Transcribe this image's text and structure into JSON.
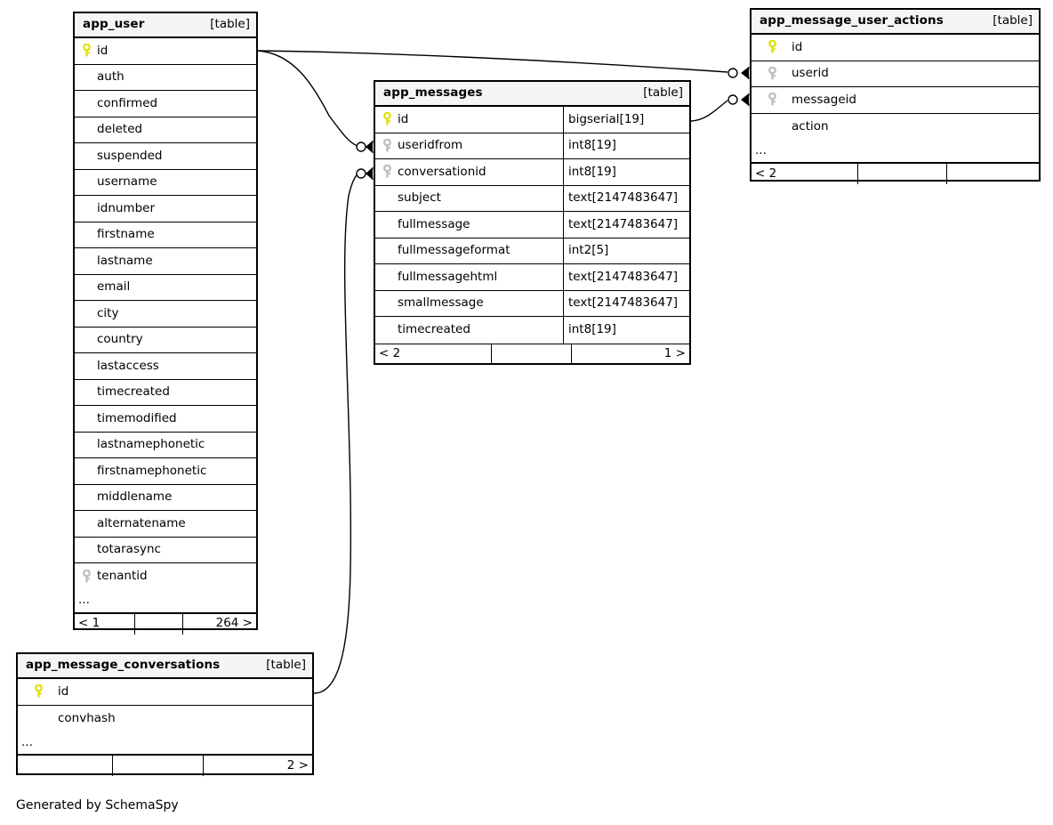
{
  "diagram": {
    "kind": "entity-relationship-diagram",
    "generator_credit": "Generated by SchemaSpy",
    "table_tag": "[table]",
    "ellipsis": "...",
    "key_icons": {
      "primary": "primary-key-icon",
      "foreign": "foreign-key-icon"
    },
    "colors": {
      "background": "#ffffff",
      "header_fill": "#f5f5f5",
      "border": "#000000",
      "primary_key": "#e8e800",
      "foreign_key": "#b8b8b8",
      "edge": "#000000"
    }
  },
  "tables": [
    {
      "id": "app_user",
      "name": "app_user",
      "tag": "[table]",
      "columns": [
        {
          "name": "id",
          "key": "primary",
          "type": ""
        },
        {
          "name": "auth",
          "key": "none",
          "type": ""
        },
        {
          "name": "confirmed",
          "key": "none",
          "type": ""
        },
        {
          "name": "deleted",
          "key": "none",
          "type": ""
        },
        {
          "name": "suspended",
          "key": "none",
          "type": ""
        },
        {
          "name": "username",
          "key": "none",
          "type": ""
        },
        {
          "name": "idnumber",
          "key": "none",
          "type": ""
        },
        {
          "name": "firstname",
          "key": "none",
          "type": ""
        },
        {
          "name": "lastname",
          "key": "none",
          "type": ""
        },
        {
          "name": "email",
          "key": "none",
          "type": ""
        },
        {
          "name": "city",
          "key": "none",
          "type": ""
        },
        {
          "name": "country",
          "key": "none",
          "type": ""
        },
        {
          "name": "lastaccess",
          "key": "none",
          "type": ""
        },
        {
          "name": "timecreated",
          "key": "none",
          "type": ""
        },
        {
          "name": "timemodified",
          "key": "none",
          "type": ""
        },
        {
          "name": "lastnamephonetic",
          "key": "none",
          "type": ""
        },
        {
          "name": "firstnamephonetic",
          "key": "none",
          "type": ""
        },
        {
          "name": "middlename",
          "key": "none",
          "type": ""
        },
        {
          "name": "alternatename",
          "key": "none",
          "type": ""
        },
        {
          "name": "totarasync",
          "key": "none",
          "type": ""
        },
        {
          "name": "tenantid",
          "key": "foreign",
          "type": ""
        }
      ],
      "has_more": true,
      "footer": [
        "< 1",
        "",
        "264 >"
      ]
    },
    {
      "id": "app_messages",
      "name": "app_messages",
      "tag": "[table]",
      "columns": [
        {
          "name": "id",
          "key": "primary",
          "type": "bigserial[19]"
        },
        {
          "name": "useridfrom",
          "key": "foreign",
          "type": "int8[19]"
        },
        {
          "name": "conversationid",
          "key": "foreign",
          "type": "int8[19]"
        },
        {
          "name": "subject",
          "key": "none",
          "type": "text[2147483647]"
        },
        {
          "name": "fullmessage",
          "key": "none",
          "type": "text[2147483647]"
        },
        {
          "name": "fullmessageformat",
          "key": "none",
          "type": "int2[5]"
        },
        {
          "name": "fullmessagehtml",
          "key": "none",
          "type": "text[2147483647]"
        },
        {
          "name": "smallmessage",
          "key": "none",
          "type": "text[2147483647]"
        },
        {
          "name": "timecreated",
          "key": "none",
          "type": "int8[19]"
        }
      ],
      "has_more": false,
      "footer": [
        "< 2",
        "",
        "1 >"
      ]
    },
    {
      "id": "app_message_user_actions",
      "name": "app_message_user_actions",
      "tag": "[table]",
      "columns": [
        {
          "name": "id",
          "key": "primary",
          "type": ""
        },
        {
          "name": "userid",
          "key": "foreign",
          "type": ""
        },
        {
          "name": "messageid",
          "key": "foreign",
          "type": ""
        },
        {
          "name": "action",
          "key": "none",
          "type": ""
        }
      ],
      "has_more": true,
      "footer": [
        "< 2",
        "",
        ""
      ]
    },
    {
      "id": "app_message_conversations",
      "name": "app_message_conversations",
      "tag": "[table]",
      "columns": [
        {
          "name": "id",
          "key": "primary",
          "type": ""
        },
        {
          "name": "convhash",
          "key": "none",
          "type": ""
        }
      ],
      "has_more": true,
      "footer": [
        "",
        "",
        "2 >"
      ]
    }
  ],
  "relationships": [
    {
      "id": "rel-user-to-messages-useridfrom",
      "from_table": "app_user",
      "from_column": "id",
      "to_table": "app_messages",
      "to_column": "useridfrom",
      "cardinality": "zero-or-many"
    },
    {
      "id": "rel-user-to-actions-userid",
      "from_table": "app_user",
      "from_column": "id",
      "to_table": "app_message_user_actions",
      "to_column": "userid",
      "cardinality": "zero-or-many"
    },
    {
      "id": "rel-messages-to-actions-messageid",
      "from_table": "app_messages",
      "from_column": "id",
      "to_table": "app_message_user_actions",
      "to_column": "messageid",
      "cardinality": "zero-or-many"
    },
    {
      "id": "rel-conversations-to-messages-conversationid",
      "from_table": "app_message_conversations",
      "from_column": "id",
      "to_table": "app_messages",
      "to_column": "conversationid",
      "cardinality": "zero-or-many"
    }
  ]
}
